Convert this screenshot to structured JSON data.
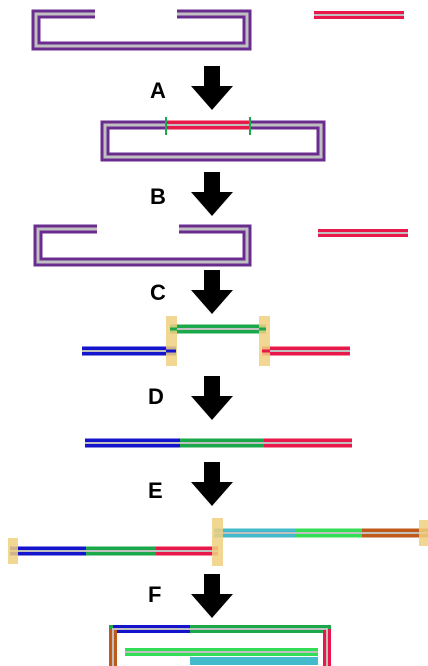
{
  "steps": [
    {
      "id": "A",
      "label": "A"
    },
    {
      "id": "B",
      "label": "B"
    },
    {
      "id": "C",
      "label": "C"
    },
    {
      "id": "D",
      "label": "D"
    },
    {
      "id": "E",
      "label": "E"
    },
    {
      "id": "F",
      "label": "F"
    }
  ],
  "colors": {
    "vector_outline": "#6a2c8f",
    "strand_fill": "#c0c0c0",
    "insert_red": "#e8194a",
    "blue": "#1414cc",
    "green": "#1aa84a",
    "bright_green": "#33dd55",
    "cyan": "#44bbcc",
    "brown": "#c05a1a",
    "overlap_tan": "#f0d080",
    "arrow": "#000000"
  }
}
